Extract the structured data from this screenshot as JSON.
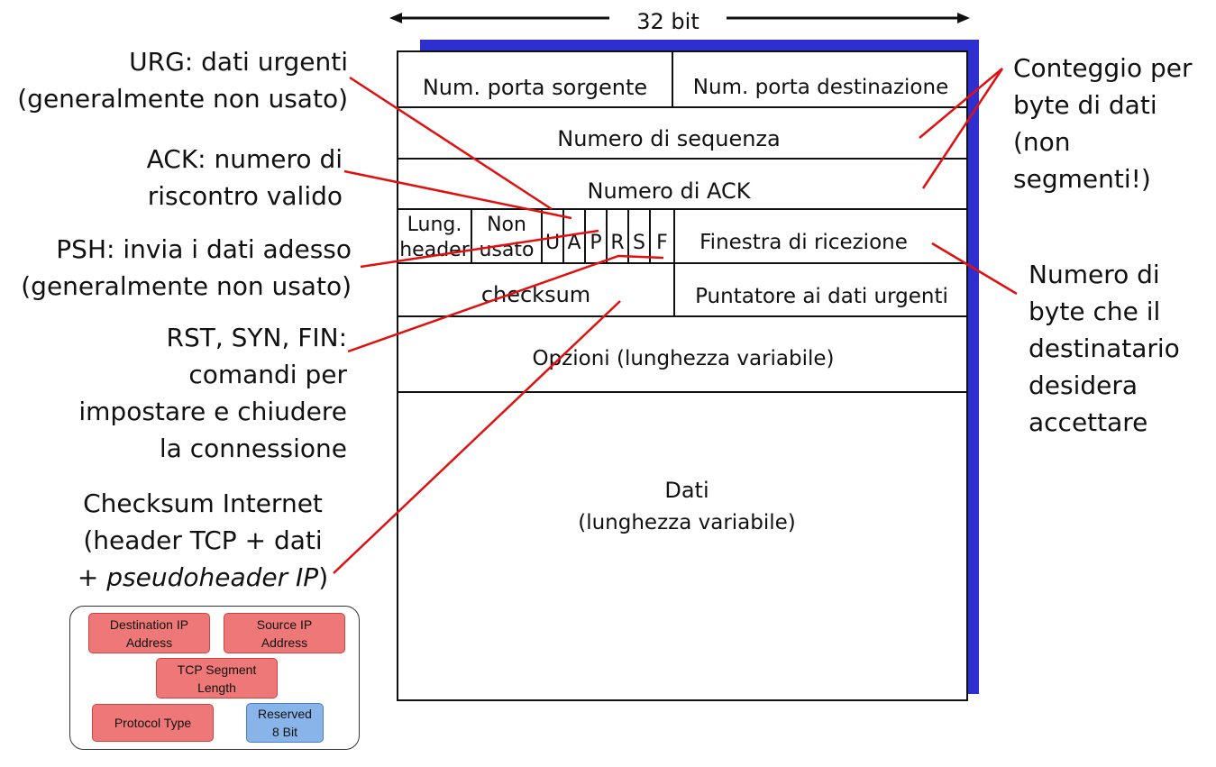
{
  "width_label": "32 bit",
  "segment": {
    "src_port": "Num. porta sorgente",
    "dst_port": "Num. porta destinazione",
    "seq": "Numero di sequenza",
    "ack": "Numero di ACK",
    "hdr_len_1": "Lung.",
    "hdr_len_2": "header",
    "unused_1": "Non",
    "unused_2": "usato",
    "flags": [
      "U",
      "A",
      "P",
      "R",
      "S",
      "F"
    ],
    "window": "Finestra di ricezione",
    "checksum": "checksum",
    "urg_ptr": "Puntatore ai dati urgenti",
    "options": "Opzioni (lunghezza variabile)",
    "data_1": "Dati",
    "data_2": "(lunghezza variabile)"
  },
  "notes": {
    "urg": [
      "URG: dati urgenti",
      "(generalmente non usato)"
    ],
    "ack": [
      "ACK: numero di",
      "riscontro valido"
    ],
    "psh": [
      "PSH: invia i dati adesso",
      "(generalmente non usato)"
    ],
    "rst": [
      "RST, SYN, FIN:",
      "comandi per",
      "impostare e chiudere",
      "la connessione"
    ],
    "checksum": [
      "Checksum Internet",
      "(header TCP + dati"
    ],
    "checksum_plus": "+ ",
    "checksum_italic": "pseudoheader IP",
    "checksum_end": ")",
    "count": [
      "Conteggio per",
      "byte di dati",
      "(non segmenti!)"
    ],
    "window": [
      "Numero di",
      "byte che il",
      "destinatario",
      "desidera",
      "accettare"
    ]
  },
  "pseudoheader": {
    "dst_ip": [
      "Destination IP",
      "Address"
    ],
    "src_ip": [
      "Source IP",
      "Address"
    ],
    "seg_len": [
      "TCP Segment",
      "Length"
    ],
    "proto": "Protocol Type",
    "reserved": [
      "Reserved",
      "8 Bit"
    ]
  },
  "colors": {
    "annotation_line": "#e01010",
    "shadow": "#2f2fd0",
    "pseudo_red": "#ee7777",
    "pseudo_blue": "#88b4ea"
  }
}
